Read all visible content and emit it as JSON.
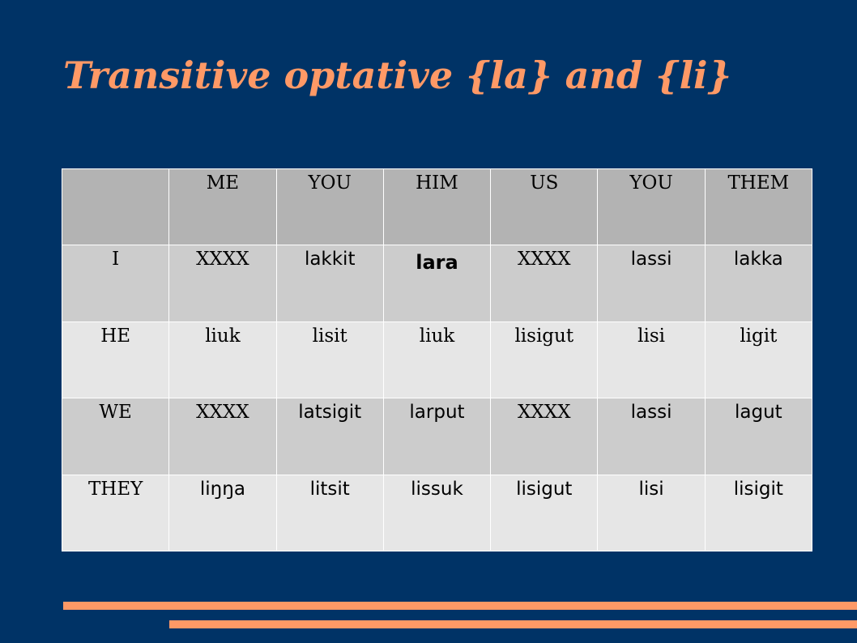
{
  "title": "Transitive optative {la} and {li}",
  "table": {
    "header": [
      "",
      "ME",
      "YOU",
      "HIM",
      "US",
      "YOU",
      "THEM"
    ],
    "rows": [
      {
        "label": "I",
        "cells": [
          "XXXX",
          "lakkit",
          "lara",
          "XXXX",
          "lassi",
          "lakka"
        ]
      },
      {
        "label": "HE",
        "cells": [
          "liuk",
          "lisit",
          "liuk",
          "lisigut",
          "lisi",
          "ligit"
        ]
      },
      {
        "label": "WE",
        "cells": [
          "XXXX",
          "latsigit",
          "larput",
          "XXXX",
          "lassi",
          "lagut"
        ]
      },
      {
        "label": "THEY",
        "cells": [
          "liŋŋa",
          "litsit",
          "lissuk",
          "lisigut",
          "lisi",
          "lisigit"
        ]
      }
    ]
  },
  "colors": {
    "background": "#003366",
    "accent": "#ff9966",
    "header_row": "#b3b3b3",
    "row_dark": "#cccccc",
    "row_light": "#e6e6e6"
  }
}
